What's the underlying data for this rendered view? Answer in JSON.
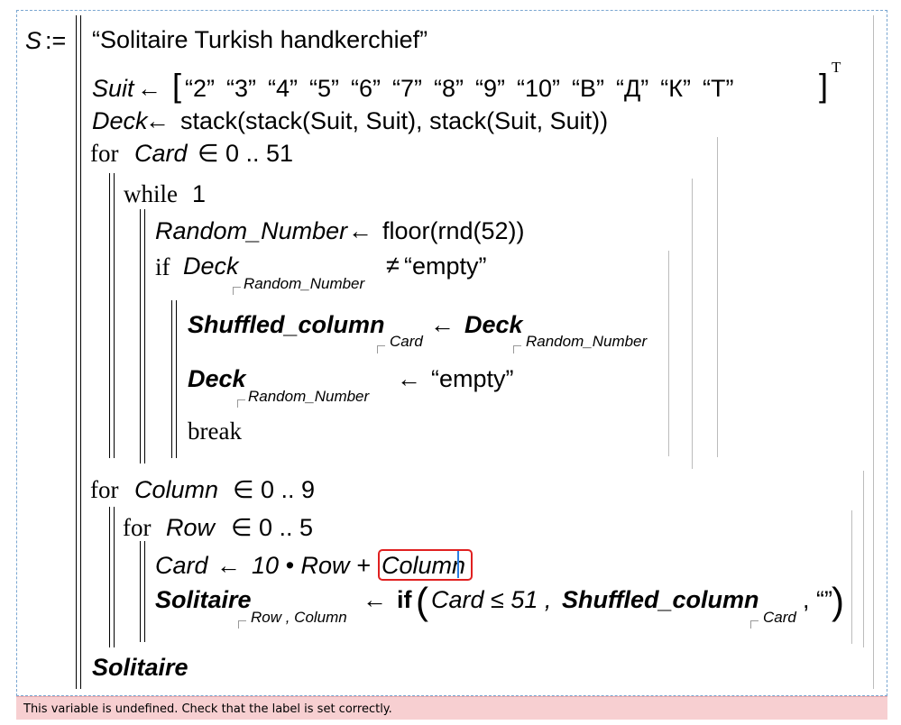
{
  "worksheet": {
    "define_op": ":=",
    "assign_op": "←",
    "title_string": "“Solitaire Turkish handkerchief”",
    "suit": {
      "name": "Suit",
      "values": [
        "“2”",
        "“3”",
        "“4”",
        "“5”",
        "“6”",
        "“7”",
        "“8”",
        "“9”",
        "“10”",
        "“В”",
        "“Д”",
        "“К”",
        "“Т”"
      ],
      "transpose": "T"
    },
    "deck_line": {
      "name": "Deck",
      "expr": "stack(stack(Suit, Suit), stack(Suit, Suit))"
    },
    "for_card": {
      "keyword": "for",
      "var": "Card",
      "range": "∈ 0 .. 51"
    },
    "while": {
      "keyword": "while",
      "cond": "1"
    },
    "random_line": {
      "name": "Random_Number",
      "expr": "floor(rnd(52))"
    },
    "if_line": {
      "keyword": "if",
      "lhs": "Deck",
      "sub": "Random_Number",
      "op": "≠",
      "rhs": "“empty”"
    },
    "shuffled_line": {
      "lhs": "Shuffled_column",
      "lhs_sub": "Card",
      "rhs": "Deck",
      "rhs_sub": "Random_Number"
    },
    "empty_line": {
      "lhs": "Deck",
      "lhs_sub": "Random_Number",
      "rhs": "“empty”"
    },
    "break_kw": "break",
    "for_column": {
      "keyword": "for",
      "var": "Column",
      "range": "∈ 0 .. 9"
    },
    "for_row": {
      "keyword": "for",
      "var": "Row",
      "range": "∈ 0 .. 5"
    },
    "card_line": {
      "lhs": "Card",
      "expr_prefix": "10 • Row +",
      "highlighted": "Column"
    },
    "solitaire_line": {
      "lhs": "Solitaire",
      "lhs_sub": "Row , Column",
      "if_fn": "if",
      "cond": "Card ≤ 51 ,",
      "then": "Shuffled_column",
      "then_sub": "Card",
      "else": ", “”"
    },
    "result": "Solitaire"
  },
  "variable": "S",
  "error_message": "This variable is undefined. Check that the label is set correctly.",
  "colors": {
    "region_border": "#7aa6d1",
    "error_bg": "#f7cfd1",
    "highlight": "#e02020",
    "cursor": "#2a7de1"
  }
}
